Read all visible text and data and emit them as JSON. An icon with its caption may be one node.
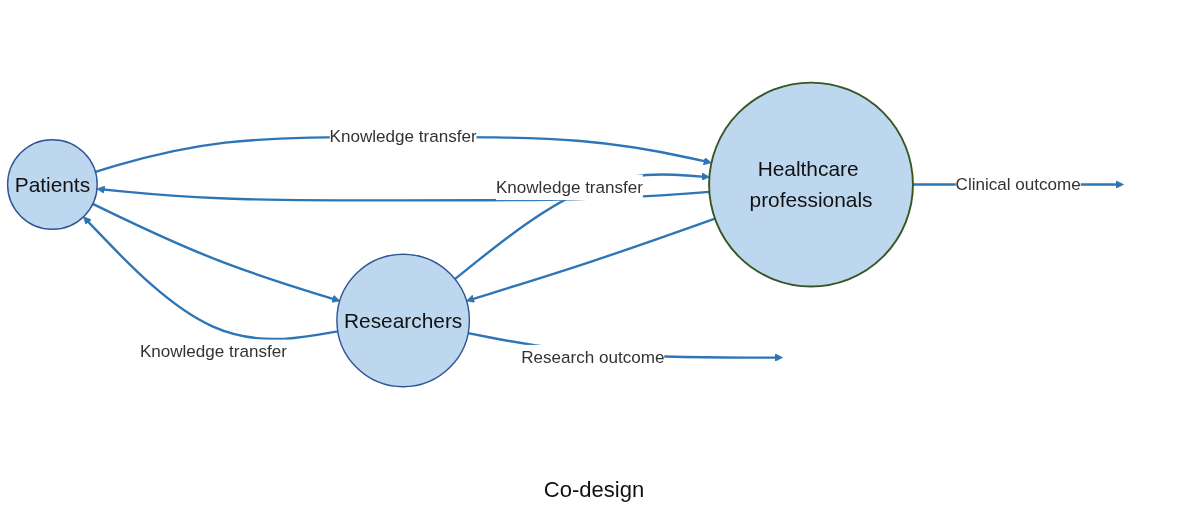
{
  "diagram": {
    "nodes": [
      {
        "text": [
          "Patients"
        ]
      },
      {
        "text": [
          "Researchers"
        ]
      },
      {
        "text": [
          "Healthcare professionals"
        ]
      }
    ],
    "edges": [
      {
        "from": 1,
        "to": 0,
        "arrow": "to",
        "label": "Knowledge transfer"
      },
      {
        "from": 0,
        "to": 1,
        "arrow": "to"
      },
      {
        "from": 0,
        "to": 2,
        "arrow": "to",
        "label": "Knowledge transfer"
      },
      {
        "from": 2,
        "to": 0,
        "arrow": "to"
      },
      {
        "from": 1,
        "to": 2,
        "arrow": "to",
        "label": "Knowledge transfer"
      },
      {
        "from": 2,
        "to": 1,
        "arrow": "to"
      },
      {
        "from": 1,
        "to": null,
        "arrow": "to",
        "label": "Research outcome"
      },
      {
        "from": 2,
        "to": null,
        "arrow": "to",
        "label": "Clinical outcome"
      }
    ],
    "labels": [
      "Co-design"
    ]
  }
}
